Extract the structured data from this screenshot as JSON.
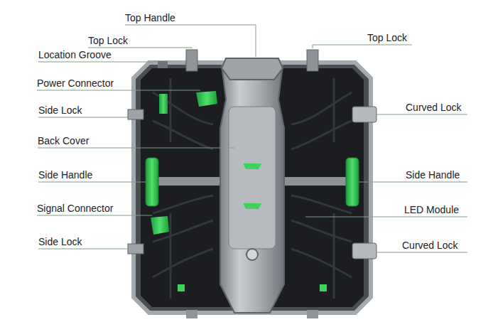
{
  "diagram": {
    "labels": [
      "Top Handle",
      "Top Lock",
      "Top Lock",
      "Location Groove",
      "Power Connector",
      "Side Lock",
      "Curved Lock",
      "Back Cover",
      "Side Handle",
      "Side Handle",
      "Signal Connector",
      "LED Module",
      "Side Lock",
      "Curved Lock"
    ]
  }
}
